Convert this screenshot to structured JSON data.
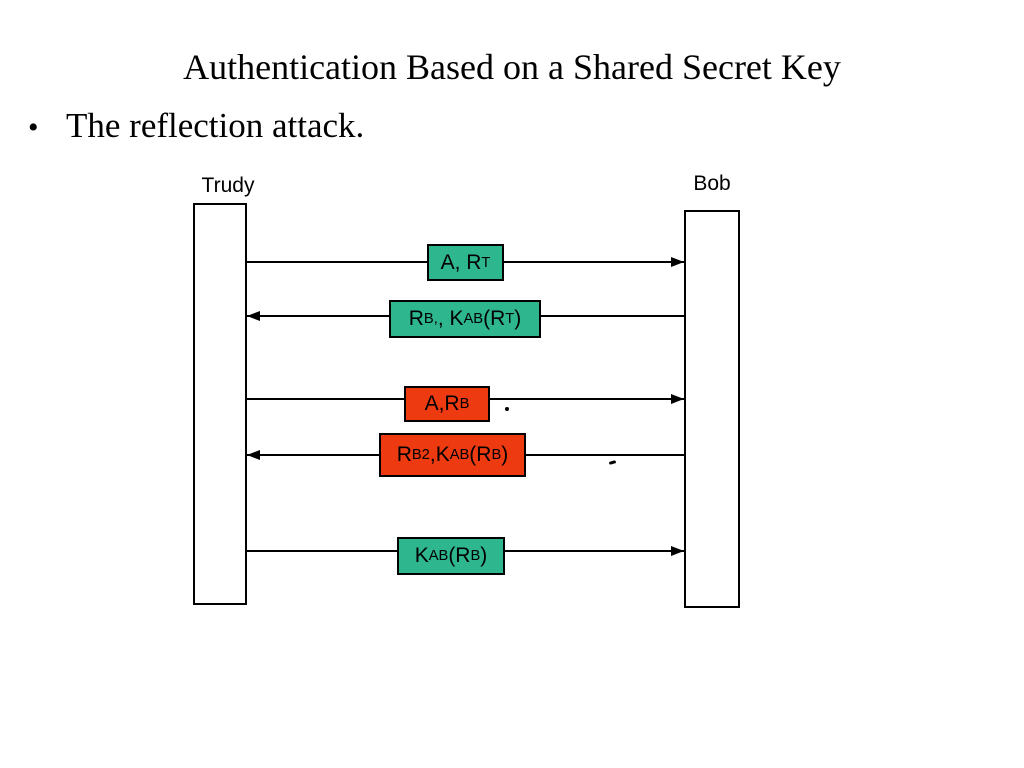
{
  "slide": {
    "title": "Authentication Based on a Shared Secret Key",
    "bullet_char": "•",
    "bullet": "The reflection attack."
  },
  "diagram": {
    "actors": [
      {
        "name": "Trudy"
      },
      {
        "name": "Bob"
      }
    ],
    "colors": {
      "teal": "#2eb68f",
      "red": "#ee3a10",
      "line": "#000000"
    },
    "messages": [
      {
        "direction": "right",
        "from": "Trudy",
        "to": "Bob",
        "color": "teal",
        "parts": [
          {
            "text": "A, R"
          },
          {
            "text": "T",
            "sub": true
          }
        ]
      },
      {
        "direction": "left",
        "from": "Bob",
        "to": "Trudy",
        "color": "teal",
        "parts": [
          {
            "text": "R"
          },
          {
            "text": "B,",
            "sub": true
          },
          {
            "text": ", K"
          },
          {
            "text": "AB",
            "sub": true
          },
          {
            "text": "(R"
          },
          {
            "text": "T",
            "sub": true
          },
          {
            "text": ")"
          }
        ]
      },
      {
        "direction": "right",
        "from": "Trudy",
        "to": "Bob",
        "color": "red",
        "parts": [
          {
            "text": "A,R"
          },
          {
            "text": "B",
            "sub": true
          }
        ]
      },
      {
        "direction": "left",
        "from": "Bob",
        "to": "Trudy",
        "color": "red",
        "parts": [
          {
            "text": "R"
          },
          {
            "text": "B2",
            "sub": true
          },
          {
            "text": ",K"
          },
          {
            "text": "AB",
            "sub": true
          },
          {
            "text": "(R"
          },
          {
            "text": "B",
            "sub": true
          },
          {
            "text": ")"
          }
        ]
      },
      {
        "direction": "right",
        "from": "Trudy",
        "to": "Bob",
        "color": "teal",
        "parts": [
          {
            "text": "K"
          },
          {
            "text": "AB",
            "sub": true
          },
          {
            "text": "(R"
          },
          {
            "text": "B",
            "sub": true
          },
          {
            "text": ")"
          }
        ]
      }
    ]
  }
}
